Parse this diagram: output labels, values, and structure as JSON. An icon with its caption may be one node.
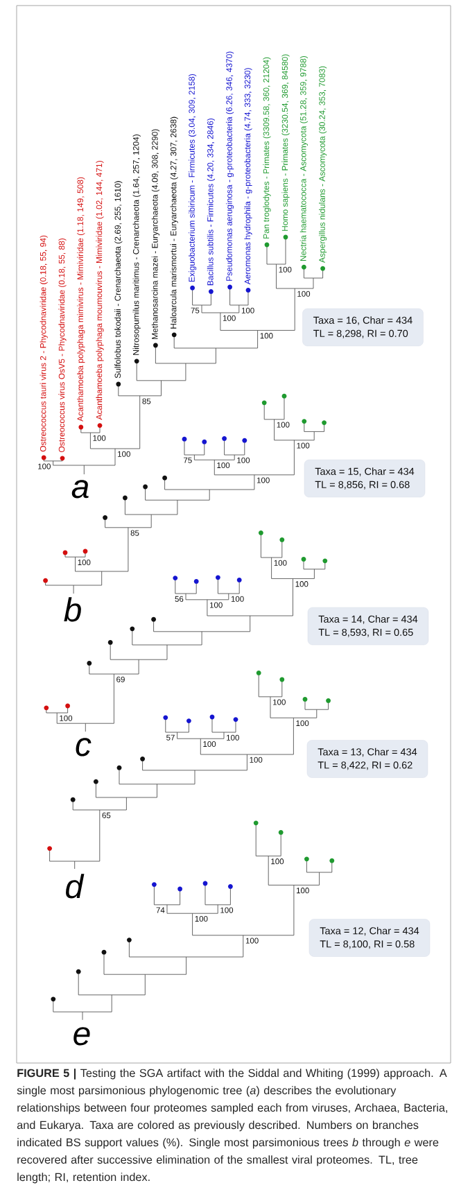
{
  "diagram": {
    "caption": "**FIGURE 5 |** Testing the SGA artifact with the Siddal and Whiting (1999) approach. A single most parsimonious phylogenomic tree (*a*) describes the evolutionary relationships between four proteomes sampled each from viruses, Archaea, Bacteria, and Eukarya. Taxa are colored as previously described. Numbers on branches indicated BS support values (%). Single most parsimonious trees *b* through *e* were recovered after successive elimination of the smallest viral proteomes. TL, tree length; RI, retention index.",
    "nodes": [
      {
        "text": [
          "Taxa = 16, Char = 434",
          "TL = 8,298, RI = 0.70"
        ]
      },
      {
        "text": [
          "Taxa = 15, Char = 434",
          "TL = 8,856, RI = 0.68"
        ]
      },
      {
        "text": [
          "Taxa = 14, Char = 434",
          "TL = 8,593, RI = 0.65"
        ]
      },
      {
        "text": [
          "Taxa = 13, Char = 434",
          "TL = 8,422, RI = 0.62"
        ]
      },
      {
        "text": [
          "Taxa = 12, Char = 434",
          "TL = 8,100, RI = 0.58"
        ]
      }
    ],
    "labels": [
      "Ostreococcus tauri virus 2 - Phycodnaviridae (0.18, 55, 94)",
      "Ostreococcus virus OsV5 - Phycodnaviridae (0.18, 55, 88)",
      "Acanthamoeba polyphaga mimivirus - Mimiviridae (1.18, 149, 508)",
      "Acanthamoeba polyphaga moumouvirus - Mimiviridae (1.02, 144, 471)",
      "Sulfolobus tokodaii - Crenarchaeota (2.69, 255, 1610)",
      "Nitrosopumilus maritimus - Crenarchaeota (1.64, 257, 1204)",
      "Methanosarcina mazei - Euryarchaeota (4.09, 308, 2290)",
      "Haloarcula marismortui - Euryarchaeota (4.27, 307, 2638)",
      "Exiguobacterium sibiricum - Firmicutes (3.04, 309, 2158)",
      "Bacillus subtilis - Firmicutes (4.20, 334, 2846)",
      "Pseudomonas aeruginosa - g-proteobacteria (6.26, 346, 4370)",
      "Aeromonas hydrophila - g-proteobacteria (4.74, 333, 3230)",
      "Pan troglodytes - Primates (3309.58, 360, 21204)",
      "Homo sapiens - Primates (3230.54, 369, 84580)",
      "Nectria haematococca - Ascomycota (51.28, 359, 9788)",
      "Aspergillus nidulans - Ascomycota (30.24, 353, 7083)",
      "100",
      "100",
      "75",
      "100",
      "100",
      "100",
      "85",
      "100",
      "100",
      "100",
      "a",
      "100",
      "100",
      "75",
      "100",
      "100",
      "100",
      "85",
      "100",
      "b",
      "100",
      "100",
      "56",
      "100",
      "100",
      "69",
      "100",
      "c",
      "100",
      "100",
      "57",
      "100",
      "100",
      "100",
      "65",
      "d",
      "100",
      "100",
      "74",
      "100",
      "100",
      "100",
      "e"
    ]
  }
}
